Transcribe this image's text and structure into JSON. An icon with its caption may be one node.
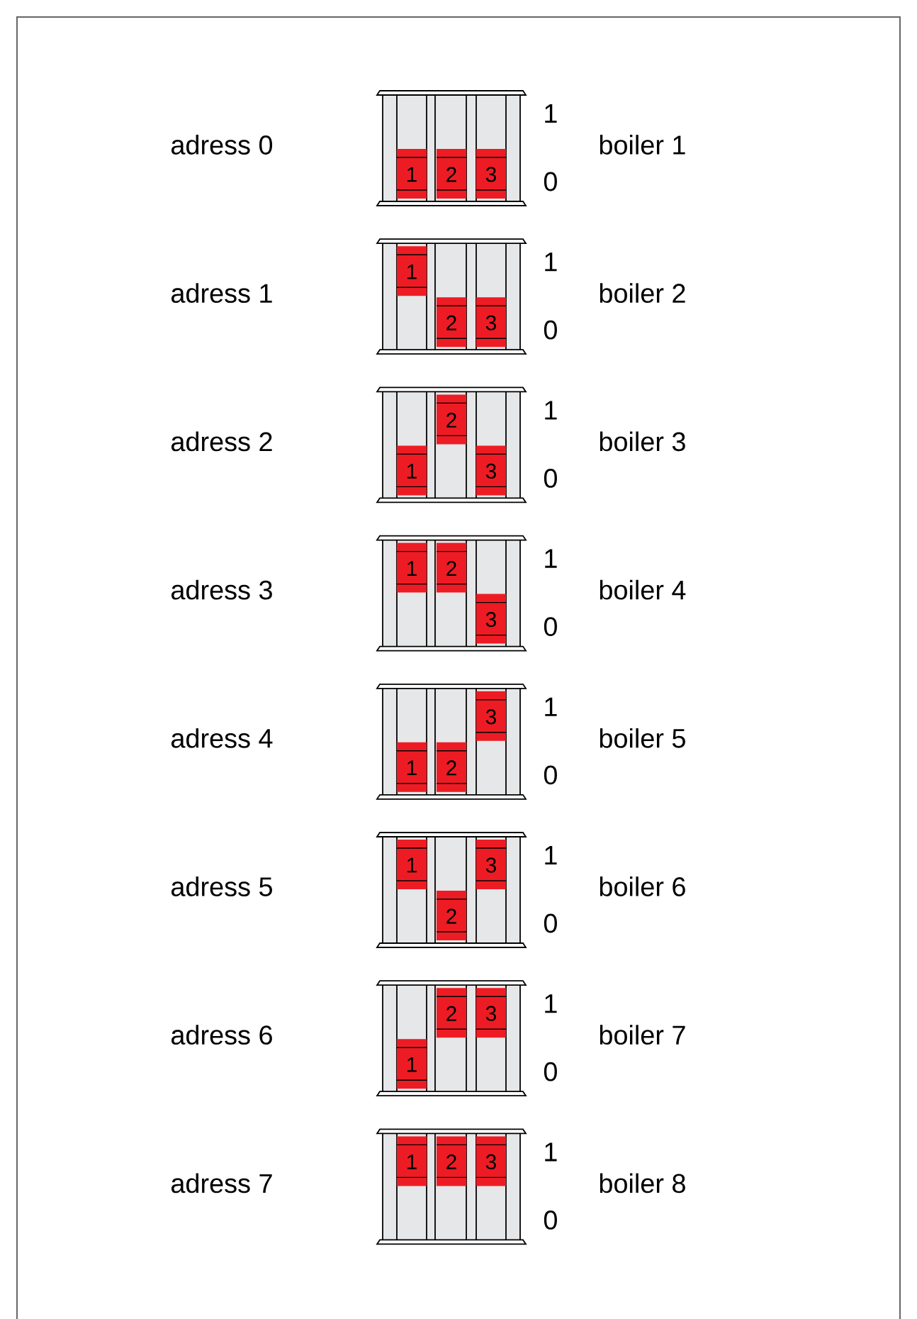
{
  "diagram": {
    "labels": [
      "adress 0",
      "1",
      "2",
      "3",
      "1",
      "0",
      "boiler 1",
      "adress 1",
      "1",
      "2",
      "3",
      "1",
      "0",
      "boiler 2",
      "adress 2",
      "1",
      "2",
      "3",
      "1",
      "0",
      "boiler 3",
      "adress 3",
      "1",
      "2",
      "3",
      "1",
      "0",
      "boiler 4",
      "adress 4",
      "1",
      "2",
      "3",
      "1",
      "0",
      "boiler 5",
      "adress 5",
      "1",
      "2",
      "3",
      "1",
      "0",
      "boiler 6",
      "adress 6",
      "1",
      "2",
      "3",
      "1",
      "0",
      "boiler 7",
      "adress 7",
      "1",
      "2",
      "3",
      "1",
      "0",
      "boiler 8"
    ]
  }
}
